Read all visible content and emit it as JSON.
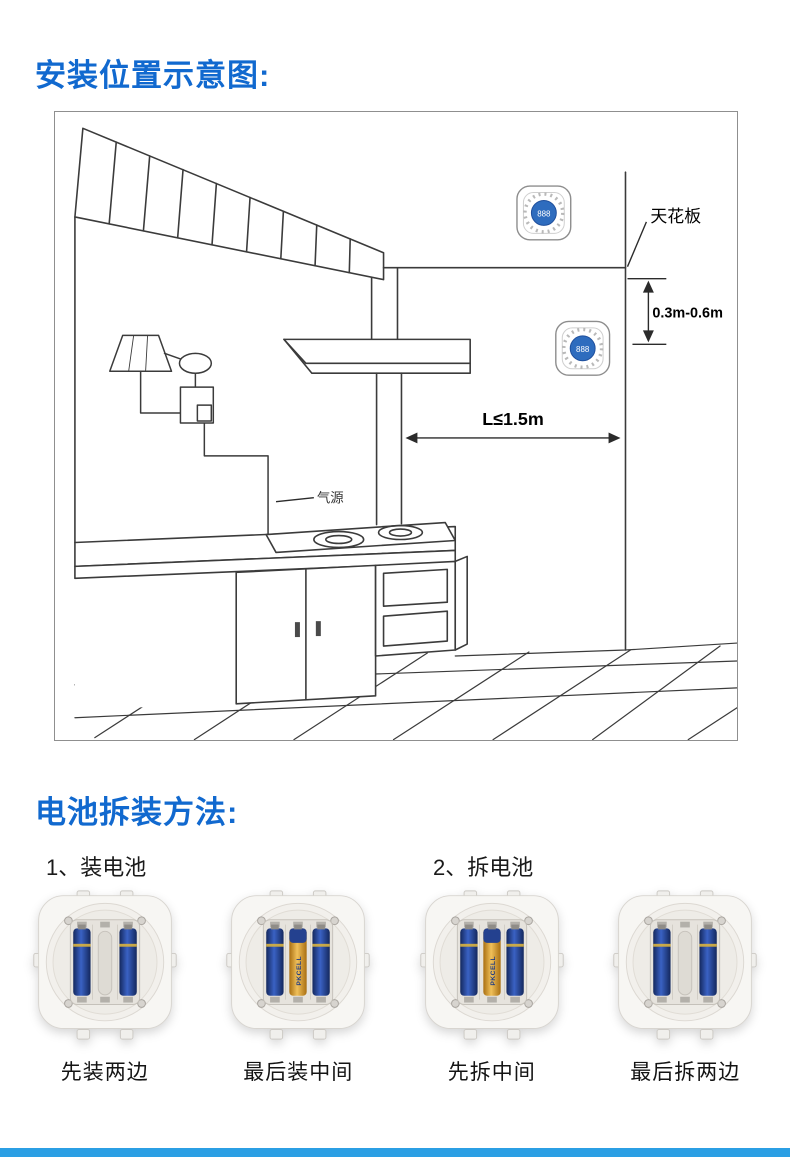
{
  "colors": {
    "title_blue": "#1169cf",
    "detector_display": "#2e6cbe",
    "bottom_bar": "#2b9fe4"
  },
  "install_section": {
    "title": "安装位置示意图:",
    "labels": {
      "ceiling": "天花板",
      "vertical_range": "0.3m-0.6m",
      "horizontal_limit": "L≤1.5m",
      "gas_source": "气源"
    },
    "detector_display": "888"
  },
  "battery_section": {
    "title": "电池拆装方法:",
    "steps": [
      {
        "label": "1、装电池"
      },
      {
        "label": "2、拆电池"
      }
    ],
    "battery_brand": "PKCELL",
    "figures": [
      {
        "caption": "先装两边",
        "variant": "sides-only"
      },
      {
        "caption": "最后装中间",
        "variant": "all"
      },
      {
        "caption": "先拆中间",
        "variant": "all"
      },
      {
        "caption": "最后拆两边",
        "variant": "sides-only"
      }
    ]
  }
}
